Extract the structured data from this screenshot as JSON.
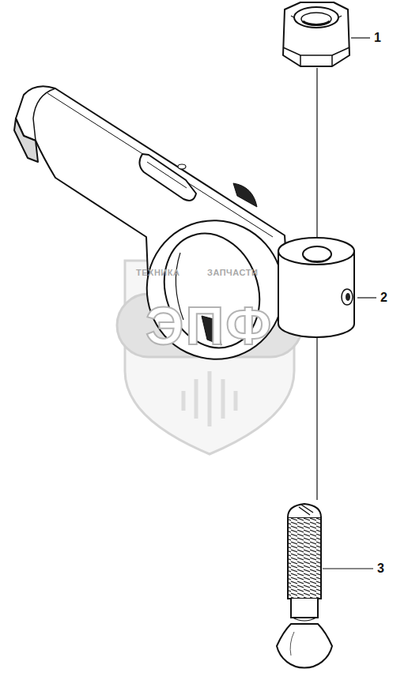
{
  "diagram": {
    "labels": [
      "1",
      "2",
      "3",
      "ТЕХНИКА",
      "ЗАПЧАСТИ",
      "ЭПФ"
    ]
  }
}
